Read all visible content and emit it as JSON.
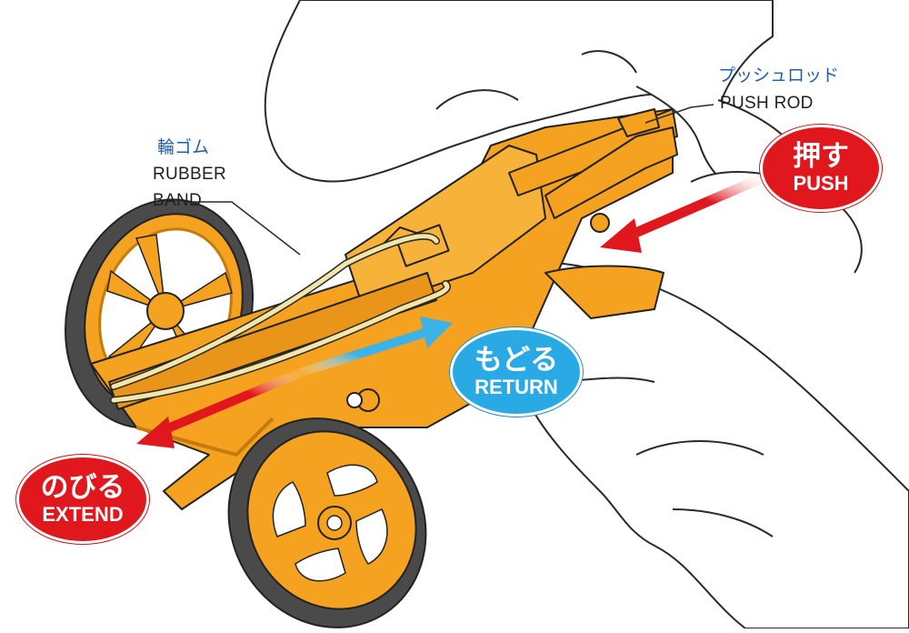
{
  "labels": {
    "push_rod_jp": "プッシュロッド",
    "push_rod_en": "PUSH ROD",
    "rubber_band_jp": "輪ゴム",
    "rubber_band_en_1": "RUBBER",
    "rubber_band_en_2": "BAND"
  },
  "badges": {
    "push": {
      "jp": "押す",
      "en": "PUSH"
    },
    "return": {
      "jp": "もどる",
      "en": "RETURN"
    },
    "extend": {
      "jp": "のびる",
      "en": "EXTEND"
    }
  },
  "colors": {
    "chassis": "#f4a21f",
    "chassis_dark": "#c77a0c",
    "tire": "#4a4a4a",
    "rubber_band": "#f3e6a8",
    "label_blue": "#1f5fb0",
    "push_red": "#e0171c",
    "return_blue": "#2aaae4",
    "arrow_red": "#e0171c",
    "arrow_blue": "#3bb2e8"
  }
}
